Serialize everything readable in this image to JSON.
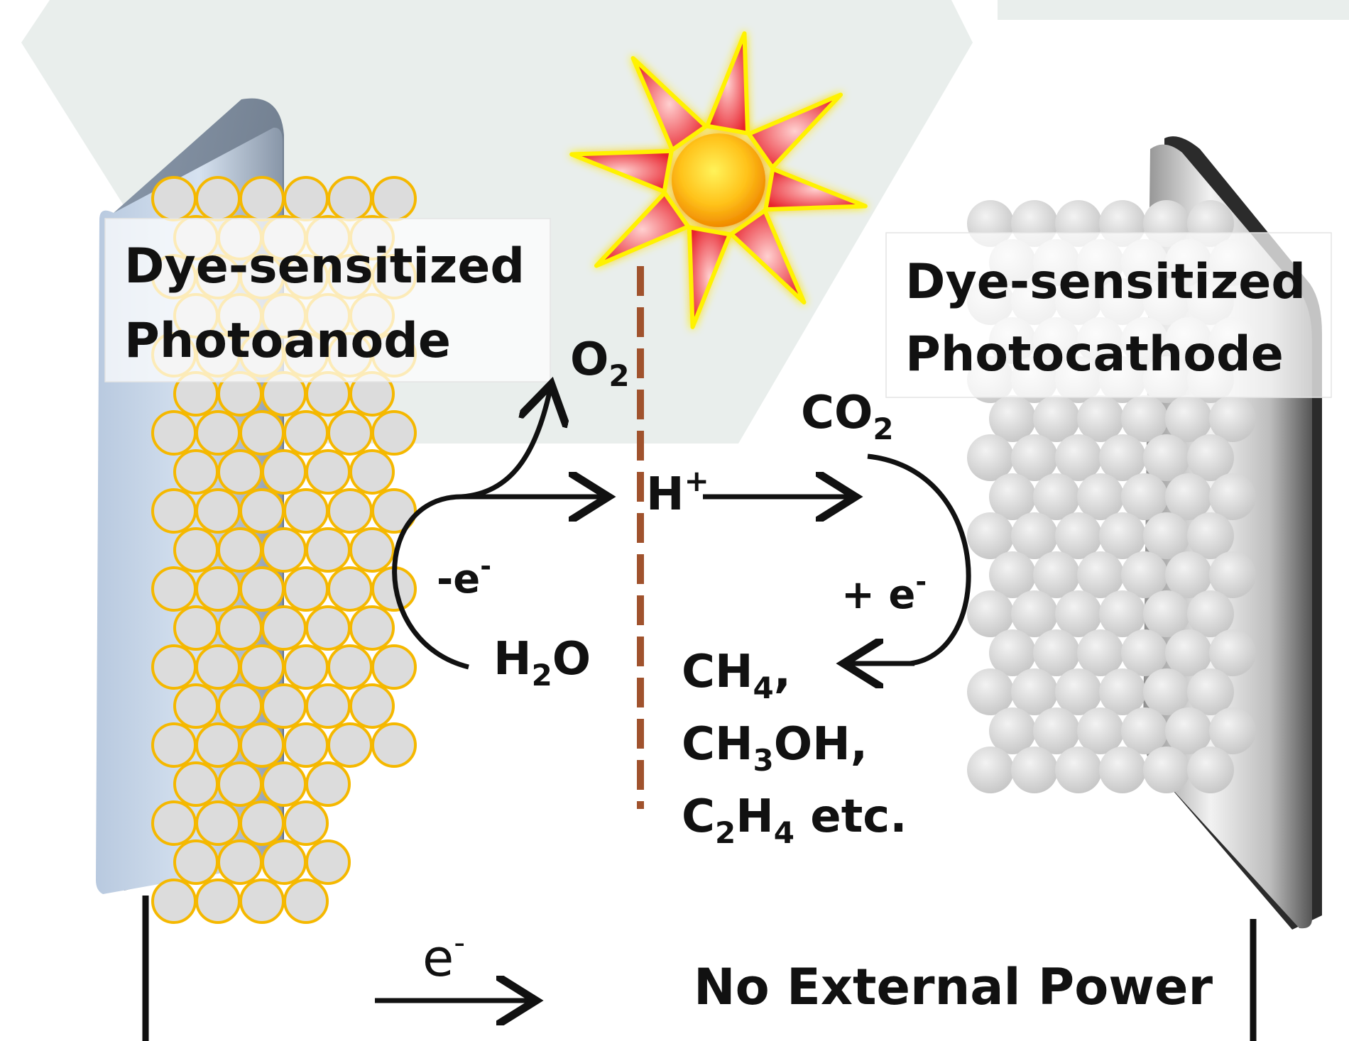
{
  "labels": {
    "anode_line1": "Dye-sensitized",
    "anode_line2": "Photoanode",
    "cathode_line1": "Dye-sensitized",
    "cathode_line2": "Photocathode",
    "o2": {
      "main": "O",
      "sub": "2"
    },
    "co2": {
      "main": "CO",
      "sub": "2"
    },
    "h_plus": {
      "main": "H",
      "sup": "+"
    },
    "minus_e": {
      "main": "-e",
      "sup": "-"
    },
    "plus_e": {
      "main": "+ e",
      "sup": "-"
    },
    "h2o": {
      "main": "H",
      "sub": "2",
      "tail": "O"
    },
    "ch4": {
      "main": "CH",
      "sub": "4",
      "tail": ","
    },
    "ch3oh": {
      "main": "CH",
      "sub": "3",
      "tail": "OH,"
    },
    "c2h4": {
      "a": "C",
      "sub1": "2",
      "b": "H",
      "sub2": "4",
      "tail": " etc."
    },
    "electron": {
      "main": "e",
      "sup": "-"
    },
    "no_power": "No External Power"
  },
  "colors": {
    "hexagon_bg": "#e9eeec",
    "anode_particle_fill": "#dcdcdc",
    "anode_particle_stroke": "#f5b800",
    "cathode_particle_fill": "#d4d4d4",
    "membrane": "#a0522d",
    "sun_core": "#ffc21a",
    "sun_ray": "#e8202a",
    "sun_glow": "#fff200",
    "arrow": "#111111"
  },
  "icons": [
    "sun-icon"
  ]
}
